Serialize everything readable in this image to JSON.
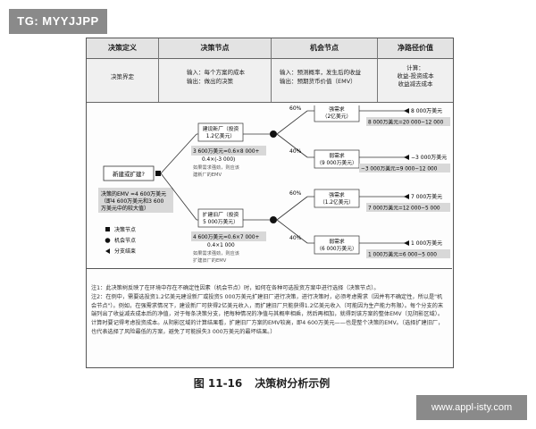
{
  "watermark_top": "TG: MYYJJPP",
  "watermark_bottom": "www.appl-isty.com",
  "header": {
    "col1": "决策定义",
    "col2": "决策节点",
    "col3": "机会节点",
    "col4": "净路径价值"
  },
  "sub": {
    "col1": "决策界定",
    "col2_line1": "输入：每个方案的成本",
    "col2_line2": "输出：做出的决策",
    "col3_line1": "输入：预测概率，发生后的收益",
    "col3_line2": "输出：预期货币价值（EMV）",
    "col4_line1": "计算：",
    "col4_line2": "收益-投资成本",
    "col4_line3": "收益减去成本"
  },
  "tree": {
    "decision_label": "新建或扩建?",
    "decision_emv_line1": "决策的EMV =4 600万美元",
    "decision_emv_line2": "（即4 600万美元和3 600",
    "decision_emv_line3": "万美元中的较大值）",
    "branch_new_line1": "建设新厂（投资",
    "branch_new_line2": "1.2亿美元）",
    "branch_exp_line1": "扩建旧厂（投资",
    "branch_exp_line2": "5 000万美元）",
    "new_emv_line1": "3 600万美元=0.6×8 000+",
    "new_emv_line2": "0.4×(-3 000)",
    "new_emv_line3": "如果需求强劲，则应该",
    "new_emv_line4": "建新厂的EMV",
    "exp_emv_line1": "4 600万美元=0.6×7 000+",
    "exp_emv_line2": "0.4×1 000",
    "exp_emv_line3": "如果需求强劲，则应该",
    "exp_emv_line4": "扩建旧厂的EMV",
    "p60_a": "60%",
    "p40_a": "40%",
    "p60_b": "60%",
    "p40_b": "40%",
    "o1_line1": "强需求",
    "o1_line2": "（2亿美元）",
    "o2_line1": "弱需求",
    "o2_line2": "（9 000万美元）",
    "o3_line1": "强需求",
    "o3_line2": "（1.2亿美元）",
    "o4_line1": "弱需求",
    "o4_line2": "（6 000万美元）",
    "v1": "8 000万美元",
    "v1_calc": "8 000万美元=20 000−12 000",
    "v2": "−3 000万美元",
    "v2_calc": "−3 000万美元=9 000−12 000",
    "v3": "7 000万美元",
    "v3_calc": "7 000万美元=12 000−5 000",
    "v4": "1 000万美元",
    "v4_calc": "1 000万美元=6 000−5 000",
    "legend_decision": "决策节点",
    "legend_chance": "机会节点",
    "legend_end": "分支结束"
  },
  "notes": {
    "n1": "注1：此决策树反映了在环境中存在不确定性因素（机会节点）时，如何在各种可选投资方案中进行选择（决策节点）。",
    "n2": "注2：在例中，需要选投资1.2亿美元建设新厂或投资5 000万美元扩建旧厂进行决策，进行决策时，必须考虑需求（因并有不确定性，所以是\"机会节点\"）。例如，在强需求情况下，建设新厂可获得2亿美元收入，而扩建旧厂只能获得1.2亿美元收入（可能因为生产能力有限）。每个分支的末端列出了收益减去成本后的净值，对于每条决策分支，把每种情况的净值与其概率相乘，然后再相加，就得到该方案的整体EMV（见阴影区域）。计算时要记得考虑投资成本。从阴影区域的计算结果看，扩建旧厂方案的EMV较高，即4 600万美元——也是整个决策的EMV。（选择扩建旧厂，也代表选择了风险最低的方案，避免了可能损失3 000万美元的最坏结果。）"
  },
  "caption_fig": "图 11-16",
  "caption_title": "决策树分析示例"
}
